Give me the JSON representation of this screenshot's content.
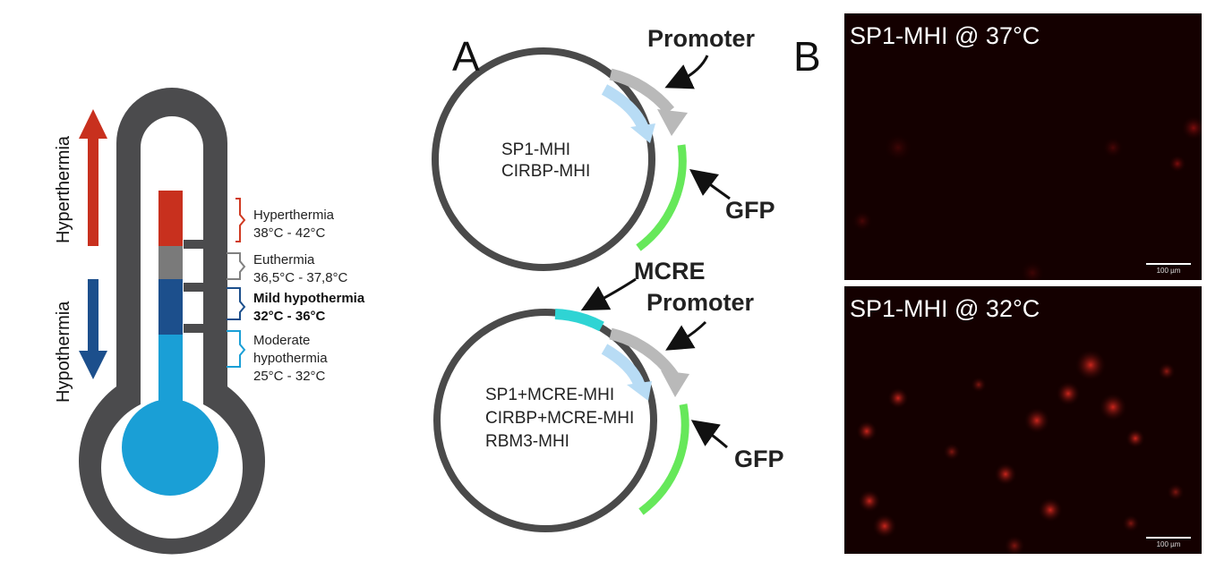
{
  "thermometer": {
    "arrow_up_label": "Hyperthermia",
    "arrow_down_label": "Hypothermia",
    "ranges": [
      {
        "name": "Hyperthermia",
        "range": "38°C - 42°C",
        "bold": false,
        "color": "#d03a22"
      },
      {
        "name": "Euthermia",
        "range": "36,5°C - 37,8°C",
        "bold": false,
        "color": "#808080"
      },
      {
        "name": "Mild hypothermia",
        "range": "32°C - 36°C",
        "bold": true,
        "color": "#1c4f8c"
      },
      {
        "name": "Moderate hypothermia",
        "name_line1": "Moderate",
        "name_line2": "hypothermia",
        "range": "25°C - 32°C",
        "bold": false,
        "color": "#1a9fd6"
      }
    ],
    "colors": {
      "body": "#4b4b4d",
      "hyper": "#c8301e",
      "eu": "#7a7a7a",
      "mild": "#1c4f8c",
      "moderate": "#1a9fd6",
      "arrow_up": "#c8301e",
      "arrow_down": "#1c4f8c"
    }
  },
  "panel_a": {
    "letter": "A",
    "top_plasmid": {
      "promoter_label": "Promoter",
      "gfp_label": "GFP",
      "constructs": [
        "SP1-MHI",
        "CIRBP-MHI"
      ]
    },
    "bottom_plasmid": {
      "mcre_label": "MCRE",
      "promoter_label": "Promoter",
      "gfp_label": "GFP",
      "constructs": [
        "SP1+MCRE-MHI",
        "CIRBP+MCRE-MHI",
        "RBM3-MHI"
      ]
    },
    "colors": {
      "backbone": "#4a4a4a",
      "promoter": "#b9b9b9",
      "gfp": "#66e85a",
      "mcre": "#2fd4d4",
      "flow_arrow": "#b8dcf5"
    }
  },
  "panel_b": {
    "letter": "B",
    "images": [
      {
        "title": "SP1-MHI @ 37°C",
        "scale_bar": "100 µm"
      },
      {
        "title": "SP1-MHI @ 32°C",
        "scale_bar": "100 µm"
      }
    ]
  }
}
